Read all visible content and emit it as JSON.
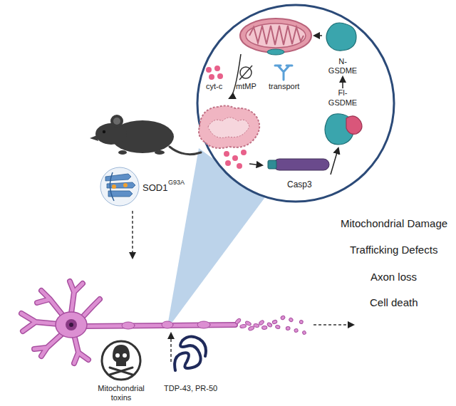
{
  "diagram": {
    "nodes": [
      {
        "text": [
          "N-GSDME"
        ]
      },
      {
        "text": [
          "Fl-GSDME"
        ]
      },
      {
        "text": [
          "Casp3"
        ]
      }
    ],
    "edges": [
      {
        "from": 2,
        "to": 1,
        "arrow": "to"
      },
      {
        "from": 1,
        "to": 0,
        "arrow": "to"
      }
    ],
    "labels": [
      "cyt-c",
      "mtMP",
      "transport",
      "SOD1",
      "G93A",
      "Mitochondrial Damage",
      "Trafficking Defects",
      "Axon loss",
      "Cell death",
      "Mitochondrial toxins",
      "TDP-43, PR-50"
    ]
  }
}
